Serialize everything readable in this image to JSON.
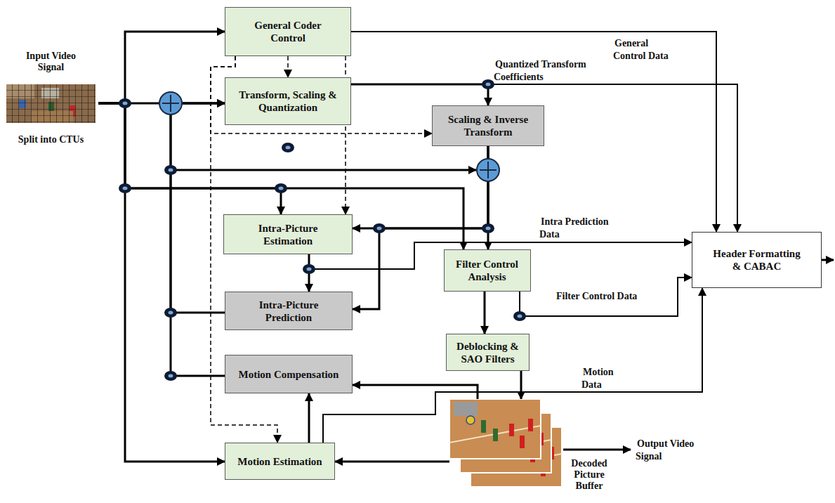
{
  "diagram": {
    "nodes": [
      {
        "text": [
          "Input Video Signal",
          "Split into CTUs"
        ]
      },
      {
        "text": [
          "General Coder Control"
        ]
      },
      {
        "text": [
          "Transform, Scaling & Quantization"
        ]
      },
      {
        "text": [
          "Scaling & Inverse Transform"
        ]
      },
      {
        "text": [
          "Intra-Picture Estimation"
        ]
      },
      {
        "text": [
          "Filter Control Analysis"
        ]
      },
      {
        "text": [
          "Intra-Picture Prediction"
        ]
      },
      {
        "text": [
          "Deblocking & SAO Filters"
        ]
      },
      {
        "text": [
          "Motion Compensation"
        ]
      },
      {
        "text": [
          "Motion Estimation"
        ]
      },
      {
        "text": [
          "Decoded Picture Buffer"
        ]
      },
      {
        "text": [
          "Header Formatting & CABAC"
        ]
      }
    ],
    "edges": [
      {
        "from": 0,
        "to": 1,
        "arrow": "to"
      },
      {
        "from": 0,
        "to": 2,
        "arrow": "to"
      },
      {
        "from": 0,
        "to": 4,
        "arrow": "to"
      },
      {
        "from": 0,
        "to": 5,
        "arrow": "to"
      },
      {
        "from": 0,
        "to": 9,
        "arrow": "to"
      },
      {
        "from": 1,
        "to": 2,
        "arrow": "to"
      },
      {
        "from": 1,
        "to": 4,
        "arrow": "to"
      },
      {
        "from": 1,
        "to": 3,
        "arrow": "to"
      },
      {
        "from": 1,
        "to": 9,
        "arrow": "to"
      },
      {
        "from": 2,
        "to": 3,
        "arrow": "to"
      },
      {
        "from": 3,
        "to": 4,
        "arrow": "to"
      },
      {
        "from": 3,
        "to": 6,
        "arrow": "to"
      },
      {
        "from": 3,
        "to": 5,
        "arrow": "to"
      },
      {
        "from": 4,
        "to": 6,
        "arrow": "to"
      },
      {
        "from": 5,
        "to": 7,
        "arrow": "to"
      },
      {
        "from": 7,
        "to": 10,
        "arrow": "to"
      },
      {
        "from": 10,
        "to": 8,
        "arrow": "to"
      },
      {
        "from": 10,
        "to": 9,
        "arrow": "to"
      },
      {
        "from": 9,
        "to": 8,
        "arrow": "to"
      },
      {
        "from": 6,
        "to": 2,
        "arrow": "to"
      },
      {
        "from": 8,
        "to": 2,
        "arrow": "to"
      },
      {
        "from": 1,
        "to": 11,
        "label": "General Control Data",
        "arrow": "to"
      },
      {
        "from": 2,
        "to": 11,
        "label": "Quantized Transform Coefficients",
        "arrow": "to"
      },
      {
        "from": 4,
        "to": 11,
        "label": "Intra Prediction Data",
        "arrow": "to"
      },
      {
        "from": 5,
        "to": 11,
        "label": "Filter Control Data",
        "arrow": "to"
      },
      {
        "from": 9,
        "to": 11,
        "label": "Motion Data",
        "arrow": "to"
      }
    ],
    "labels": [
      "Output Video Signal"
    ]
  }
}
